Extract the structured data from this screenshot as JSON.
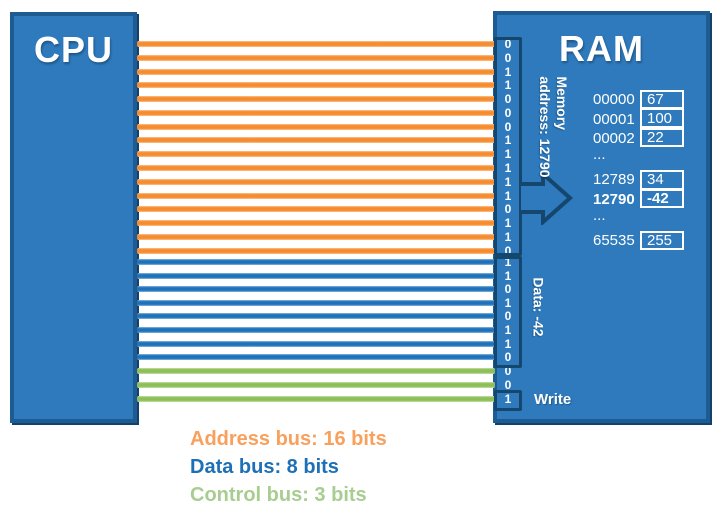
{
  "cpu": {
    "label": "CPU"
  },
  "ram": {
    "label": "RAM",
    "table": {
      "rows": [
        {
          "address": "00000",
          "value": "67"
        },
        {
          "address": "00001",
          "value": "100"
        },
        {
          "address": "00002",
          "value": "22"
        },
        {
          "ellipsis": "..."
        },
        {
          "address": "12789",
          "value": "34"
        },
        {
          "address": "12790",
          "value": "-42",
          "bold": true
        },
        {
          "ellipsis": "..."
        },
        {
          "address": "65535",
          "value": "255"
        }
      ]
    }
  },
  "buses": {
    "address": {
      "legend": "Address bus: 16 bits",
      "label_line1": "Memory",
      "label_line2": "address: 12790",
      "bits": [
        "0",
        "0",
        "1",
        "1",
        "0",
        "0",
        "0",
        "1",
        "1",
        "1",
        "1",
        "1",
        "0",
        "1",
        "1",
        "0"
      ],
      "line_core": "#F68C2E",
      "line_edge": "#FAC491",
      "legend_color": "#F9A05C"
    },
    "data": {
      "legend": "Data bus: 8 bits",
      "label": "Data: -42",
      "bits": [
        "1",
        "1",
        "0",
        "1",
        "0",
        "1",
        "1",
        "0"
      ],
      "line_core": "#1F72BA",
      "line_edge": "#8BB9E0",
      "legend_color": "#1D70B7"
    },
    "control": {
      "legend": "Control bus: 3 bits",
      "label": "Write",
      "bits": [
        "0",
        "0",
        "1"
      ],
      "line_core": "#8DBF58",
      "line_edge": "#C8E0AB",
      "legend_color": "#A8CD90"
    }
  },
  "colors": {
    "chip_fill": "#2E7ABD",
    "chip_border": "#1D5B92",
    "outline_navy": "#14466E",
    "text": "#FFFFFF"
  }
}
